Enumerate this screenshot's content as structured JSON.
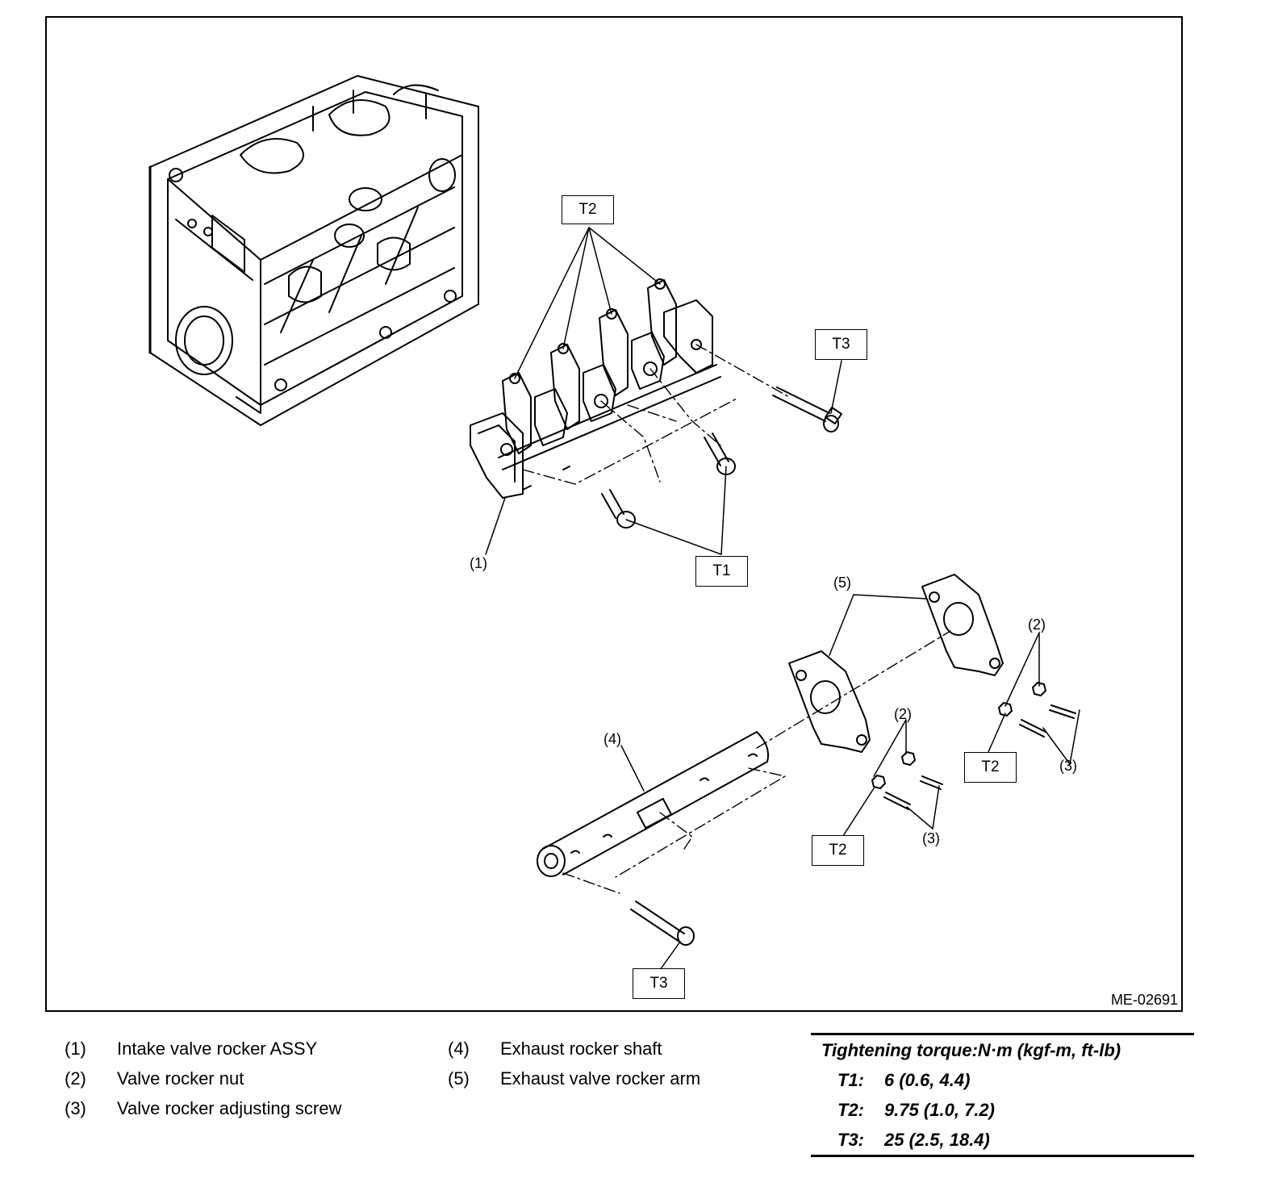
{
  "figure": {
    "id": "ME-02691",
    "callouts": [
      {
        "text": "T2"
      },
      {
        "text": "T3"
      },
      {
        "text": "T1"
      },
      {
        "text": "T2"
      },
      {
        "text": "T2"
      },
      {
        "text": "T3"
      }
    ],
    "labels": [
      "(1)",
      "(5)",
      "(2)",
      "(4)",
      "(2)",
      "(3)",
      "(3)"
    ]
  },
  "legend": {
    "left": [
      {
        "num": "(1)",
        "text": "Intake valve rocker ASSY"
      },
      {
        "num": "(2)",
        "text": "Valve rocker nut"
      },
      {
        "num": "(3)",
        "text": "Valve rocker adjusting screw"
      }
    ],
    "right": [
      {
        "num": "(4)",
        "text": "Exhaust rocker shaft"
      },
      {
        "num": "(5)",
        "text": "Exhaust valve rocker arm"
      }
    ]
  },
  "torque": {
    "title": "Tightening torque:N·m (kgf-m, ft-lb)",
    "rows": [
      {
        "key": "T1:",
        "value": "6 (0.6, 4.4)"
      },
      {
        "key": "T2:",
        "value": "9.75 (1.0, 7.2)"
      },
      {
        "key": "T3:",
        "value": "25 (2.5, 18.4)"
      }
    ]
  }
}
